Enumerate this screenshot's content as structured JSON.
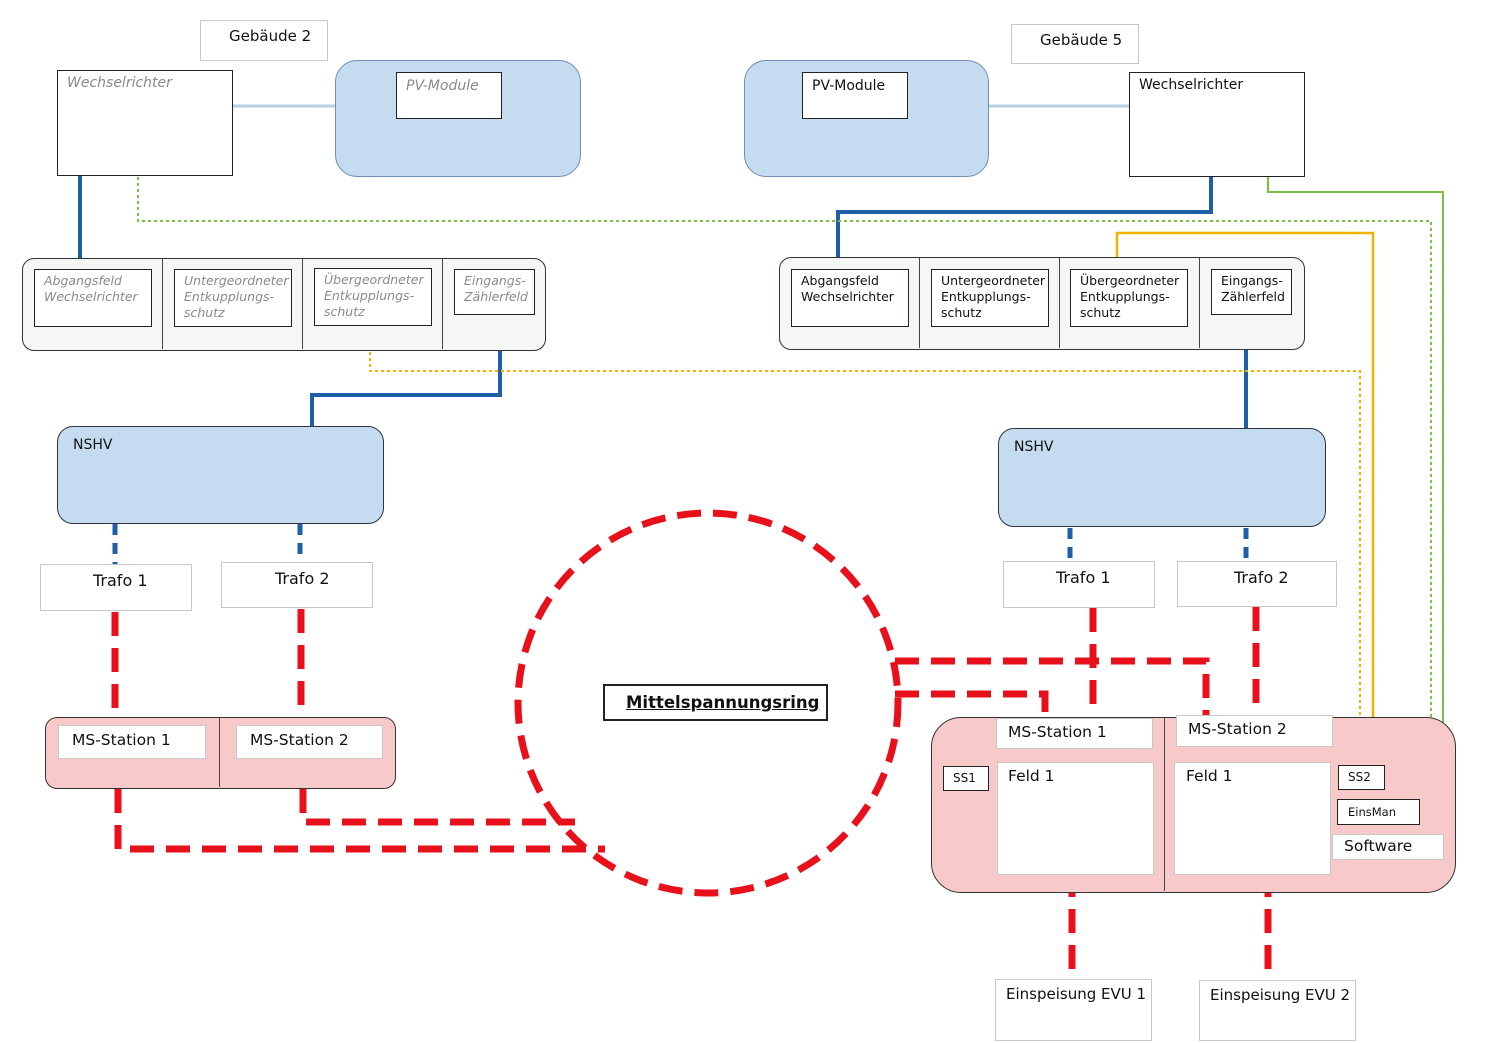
{
  "diagram": {
    "left": {
      "building": "Gebäude 2",
      "inverter": "Wechselrichter",
      "pv": "PV-Module",
      "fields": [
        "Abgangsfeld\nWechselrichter",
        "Untergeordneter\nEntkupplungs-\nschutz",
        "Übergeordneter\nEntkupplungs-\nschutz",
        "Eingangs-\nZählerfeld"
      ],
      "nshv": "NSHV",
      "trafo1": "Trafo 1",
      "trafo2": "Trafo 2",
      "ms1": "MS-Station 1",
      "ms2": "MS-Station 2"
    },
    "center": {
      "ring": "Mittelspannungsring"
    },
    "right": {
      "building": "Gebäude 5",
      "inverter": "Wechselrichter",
      "pv": "PV-Module",
      "fields": [
        "Abgangsfeld\nWechselrichter",
        "Untergeordneter\nEntkupplungs-\nschutz",
        "Übergeordneter\nEntkupplungs-\nschutz",
        "Eingangs-\nZählerfeld"
      ],
      "nshv": "NSHV",
      "trafo1": "Trafo 1",
      "trafo2": "Trafo 2",
      "ms1": "MS-Station 1",
      "ms2": "MS-Station 2",
      "ss1": "SS1",
      "ss2": "SS2",
      "feld1a": "Feld 1",
      "feld1b": "Feld 1",
      "einsman": "EinsMan",
      "software": "Software",
      "evu1": "Einspeisung EVU 1",
      "evu2": "Einspeisung EVU 2"
    }
  },
  "colors": {
    "blue_line": "#1f5fa8",
    "pv_blue": "#c5dbf0",
    "ms_red": "#e8101a",
    "station_pink": "#f8c9c9",
    "orange_line": "#f0b400",
    "green_line": "#7ac143"
  }
}
